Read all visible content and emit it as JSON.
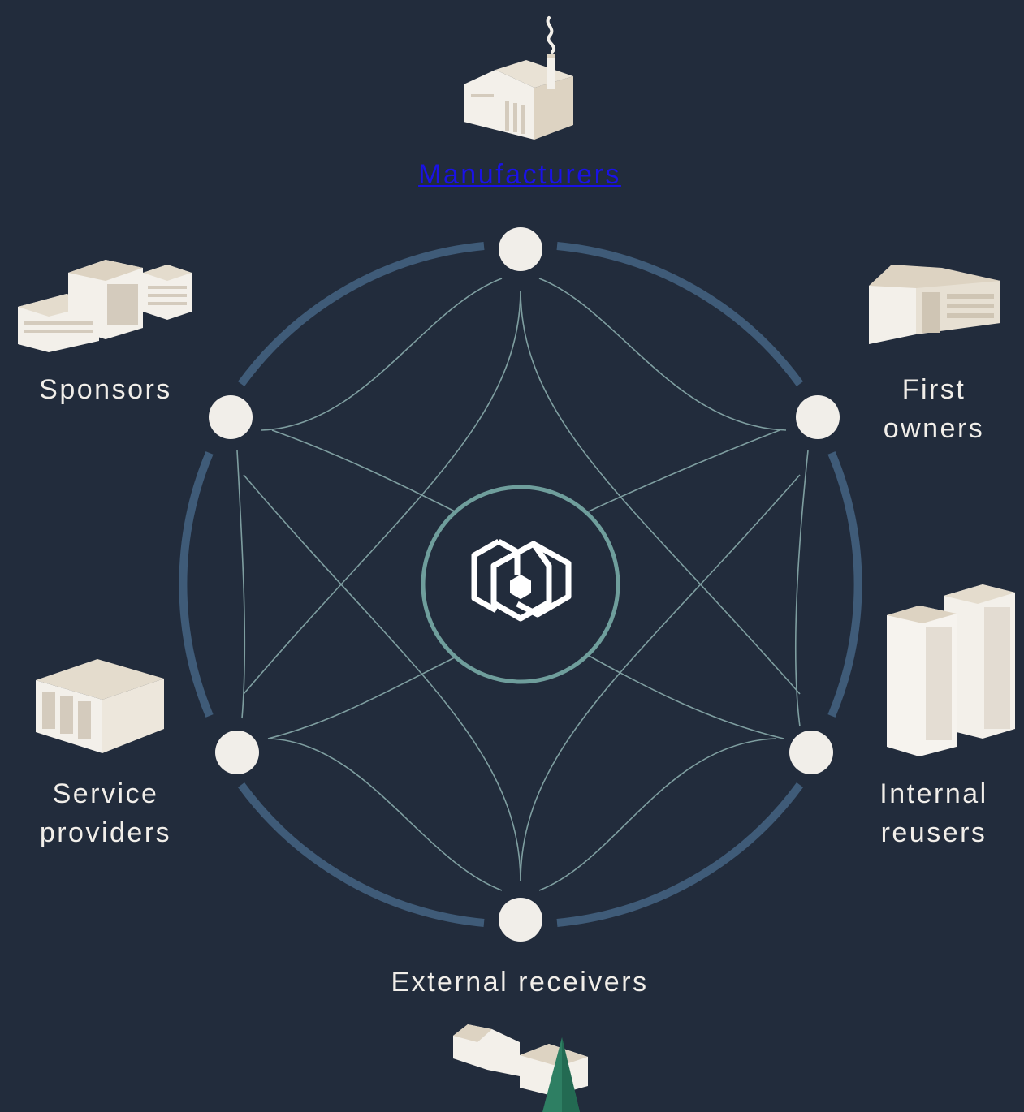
{
  "nodes": {
    "manufacturers": {
      "label": "Manufacturers",
      "is_link": true,
      "icon": "factory-icon"
    },
    "first_owners": {
      "label_line1": "First",
      "label_line2": "owners",
      "icon": "warehouse-icon"
    },
    "internal_reusers": {
      "label_line1": "Internal",
      "label_line2": "reusers",
      "icon": "office-towers-icon"
    },
    "external_receivers": {
      "label": "External receivers",
      "icon": "houses-with-tree-icon"
    },
    "service_providers": {
      "label_line1": "Service",
      "label_line2": "providers",
      "icon": "storage-building-icon"
    },
    "sponsors": {
      "label": "Sponsors",
      "icon": "office-complex-icon"
    }
  },
  "center": {
    "icon": "nested-hexagon-logo-icon"
  },
  "colors": {
    "background": "#222c3c",
    "ring": "#3f5b78",
    "node": "#f1eee9",
    "connector": "#8fb2b2",
    "center_ring": "#6f9e9c",
    "building_light": "#f3f0ea",
    "building_shade": "#ddd3c2",
    "tree": "#2e7f63",
    "link": "#1a12e6"
  }
}
